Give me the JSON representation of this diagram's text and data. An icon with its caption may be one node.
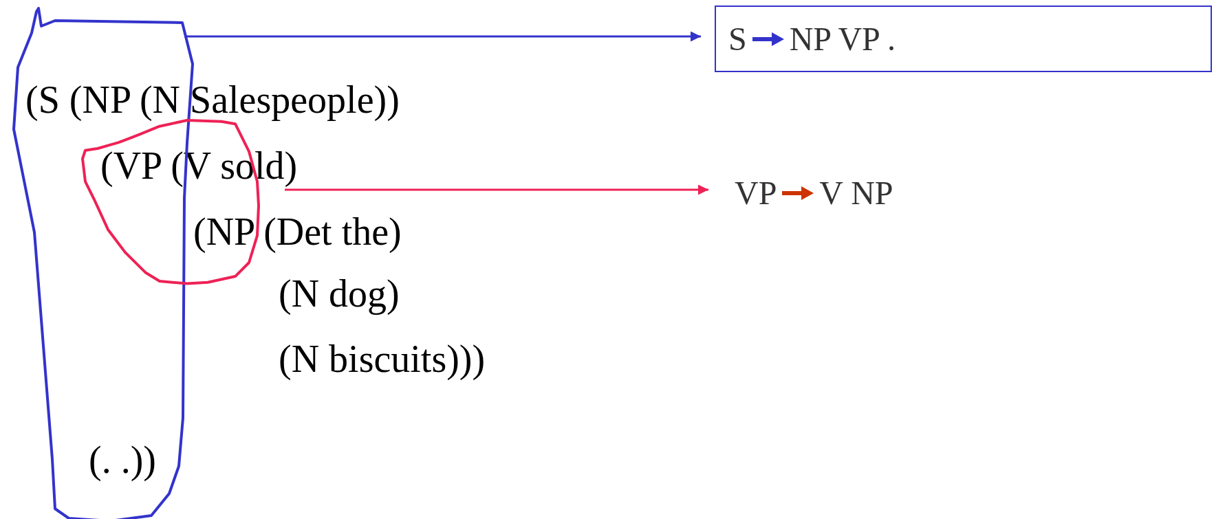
{
  "diagram": {
    "nodes": [
      {
        "text": [],
        "shape": "loop"
      },
      {
        "text": [],
        "shape": "loop"
      },
      {
        "text": [
          "S",
          "NP VP ."
        ]
      },
      {
        "text": [
          "VP",
          "V NP"
        ]
      }
    ],
    "edges": [
      {
        "from": 0,
        "to": 2,
        "arrow": "to",
        "color": "#3333cc"
      },
      {
        "from": 1,
        "to": 3,
        "arrow": "to",
        "color": "#ee2255"
      }
    ],
    "labels": [
      "(S (NP (N Salespeople))",
      "(VP (V sold)",
      "(NP (Det the)",
      "(N dog)",
      "(N biscuits)))",
      "(. .))"
    ]
  }
}
